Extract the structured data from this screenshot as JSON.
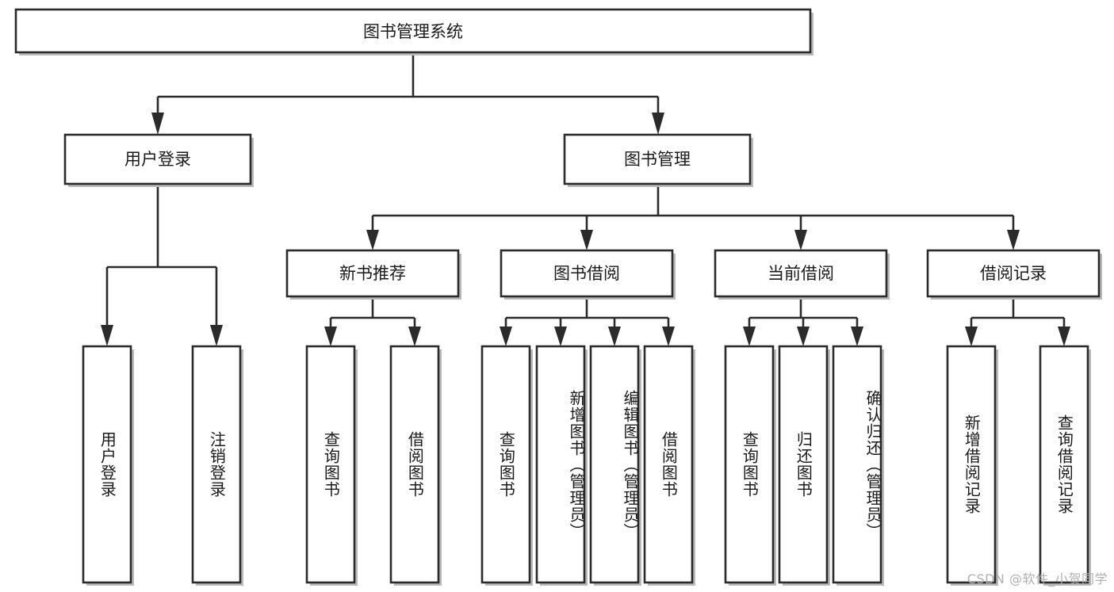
{
  "diagram": {
    "title": "图书管理系统",
    "type": "hierarchy-tree",
    "watermark": "CSDN @软件_小贺同学",
    "colors": {
      "stroke": "#2b2b2b",
      "fill": "#ffffff",
      "text": "#1a1a1a",
      "shadow": "#b9b9b9",
      "watermark": "#b0b0b0"
    },
    "levels": {
      "root": {
        "label": "图书管理系统"
      },
      "level2": [
        {
          "id": "user-login",
          "label": "用户登录"
        },
        {
          "id": "book-management",
          "label": "图书管理"
        }
      ],
      "level3": [
        {
          "id": "new-book-recommend",
          "label": "新书推荐"
        },
        {
          "id": "book-borrow",
          "label": "图书借阅"
        },
        {
          "id": "current-borrow",
          "label": "当前借阅"
        },
        {
          "id": "borrow-record",
          "label": "借阅记录"
        }
      ],
      "leaves": {
        "user-login": [
          {
            "id": "leaf-user-login",
            "label": "用户登录"
          },
          {
            "id": "leaf-logout-login",
            "label": "注销登录"
          }
        ],
        "new-book-recommend": [
          {
            "id": "leaf-query-book-1",
            "label": "查询图书"
          },
          {
            "id": "leaf-borrow-book-1",
            "label": "借阅图书"
          }
        ],
        "book-borrow": [
          {
            "id": "leaf-query-book-2",
            "label": "查询图书"
          },
          {
            "id": "leaf-add-book",
            "label": "新增图书（管理员）"
          },
          {
            "id": "leaf-edit-book",
            "label": "编辑图书（管理员）"
          },
          {
            "id": "leaf-borrow-book-2",
            "label": "借阅图书"
          }
        ],
        "current-borrow": [
          {
            "id": "leaf-query-book-3",
            "label": "查询图书"
          },
          {
            "id": "leaf-return-book",
            "label": "归还图书"
          },
          {
            "id": "leaf-confirm-return",
            "label": "确认归还（管理员）"
          }
        ],
        "borrow-record": [
          {
            "id": "leaf-add-record",
            "label": "新增借阅记录"
          },
          {
            "id": "leaf-query-record",
            "label": "查询借阅记录"
          }
        ]
      }
    }
  }
}
